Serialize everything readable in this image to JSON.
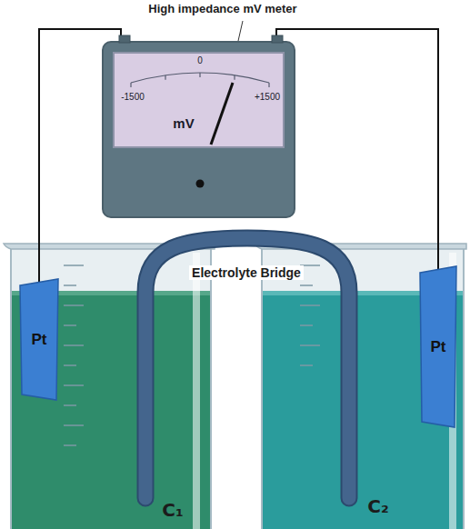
{
  "diagram": {
    "nodes": [
      {
        "text": [
          "-1500",
          "0",
          "+1500",
          "mV"
        ]
      },
      {
        "text": [
          "Pt"
        ]
      },
      {
        "text": [
          "Pt"
        ]
      }
    ],
    "edges": [
      {
        "from": 0,
        "to": 1,
        "arrow": "none"
      },
      {
        "from": 0,
        "to": 2,
        "arrow": "none"
      }
    ],
    "labels": [
      "High impedance mV meter",
      "Electrolyte Bridge",
      "C₁",
      "C₂"
    ]
  }
}
